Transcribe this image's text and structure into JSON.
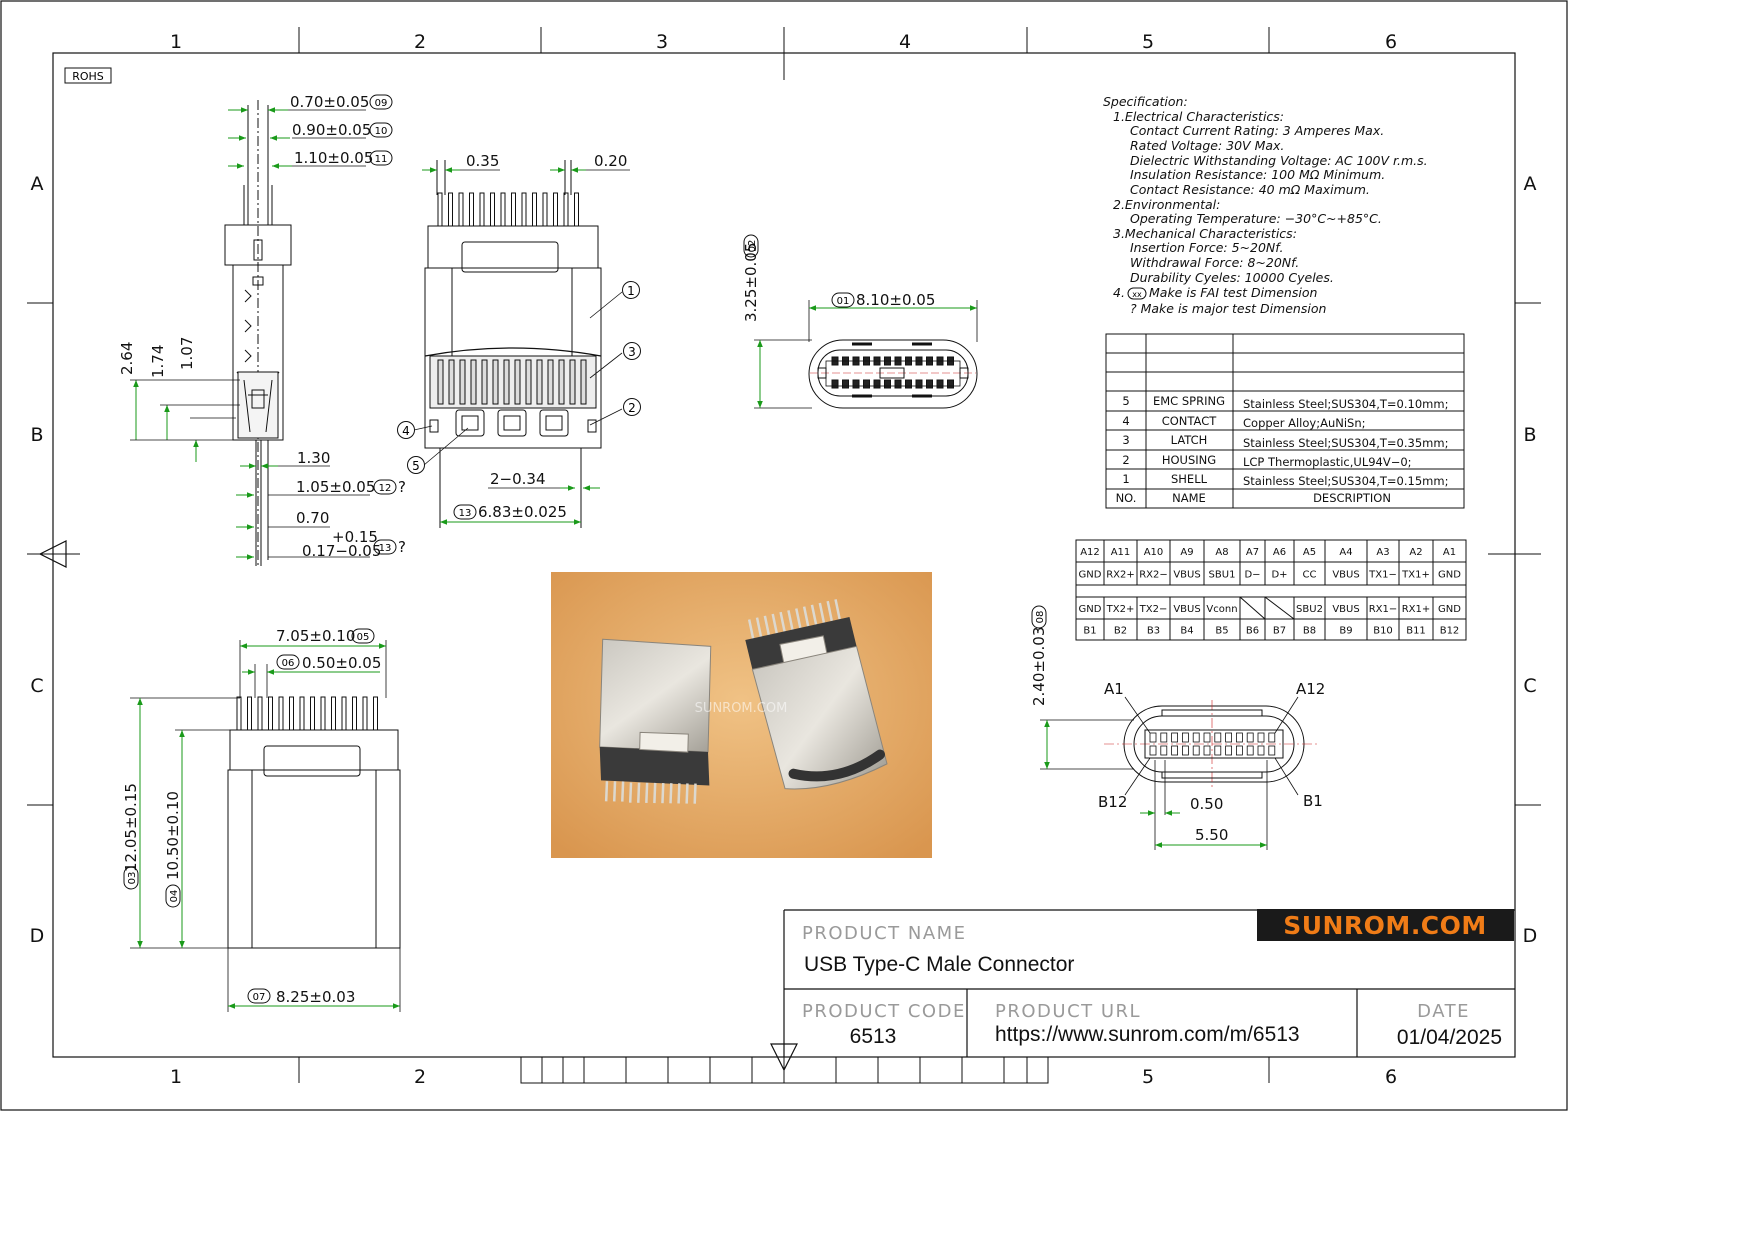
{
  "border": {
    "cols": [
      "1",
      "2",
      "3",
      "4",
      "5",
      "6"
    ],
    "bottom_cols": [
      "1",
      "2",
      "5",
      "6"
    ],
    "rows": [
      "A",
      "B",
      "C",
      "D"
    ]
  },
  "rohs_label": "ROHS",
  "dimensions": {
    "side": [
      "0.70±0.05",
      "0.90±0.05",
      "1.10±0.05",
      "2.64",
      "1.74",
      "1.07",
      "1.30",
      "1.05±0.05",
      "0.70",
      "+0.15",
      "0.17−0.05"
    ],
    "side_tags": [
      "09",
      "10",
      "11",
      "12",
      "13"
    ],
    "side_questions": [
      "?",
      "?"
    ],
    "front": [
      "0.35",
      "0.20",
      "2−0.34",
      "6.83±0.025"
    ],
    "front_tag": "13",
    "front_balloons": [
      "1",
      "3",
      "2",
      "4",
      "5"
    ],
    "end": [
      "3.25±0.05",
      "8.10±0.05"
    ],
    "end_tags": [
      "02",
      "01"
    ],
    "top": [
      "7.05±0.10",
      "0.50±0.05",
      "12.05±0.15",
      "10.50±0.10",
      "8.25±0.03"
    ],
    "top_tags": [
      "05",
      "06",
      "03",
      "04",
      "07"
    ],
    "face": [
      "2.40±0.03",
      "0.50",
      "5.50"
    ],
    "face_tag": "08",
    "face_pins": [
      "A1",
      "A12",
      "B12",
      "B1"
    ]
  },
  "specification": {
    "lines": [
      "Specification:",
      "1.Electrical Characteristics:",
      "Contact Current Rating: 3 Amperes Max.",
      "Rated Voltage:   30V Max.",
      "Dielectric Withstanding Voltage: AC 100V r.m.s.",
      "Insulation Resistance: 100 MΩ Minimum.",
      "Contact Resistance: 40 mΩ Maximum.",
      "2.Environmental:",
      "Operating Temperature: −30°C~+85°C.",
      "3.Mechanical Characteristics:",
      "Insertion Force: 5~20Nf.",
      "Withdrawal Force: 8~20Nf.",
      "Durability Cyeles: 10000 Cyeles.",
      "4.",
      "Make is FAI test Dimension",
      "?   Make is major test Dimension"
    ],
    "fai_tag": "xx"
  },
  "bom": {
    "rows": [
      {
        "no": "5",
        "name": "EMC SPRING",
        "desc": "Stainless Steel;SUS304,T=0.10mm;"
      },
      {
        "no": "4",
        "name": "CONTACT",
        "desc": "Copper Alloy;AuNiSn;"
      },
      {
        "no": "3",
        "name": "LATCH",
        "desc": "Stainless Steel;SUS304,T=0.35mm;"
      },
      {
        "no": "2",
        "name": "HOUSING",
        "desc": "LCP Thermoplastic,UL94V−0;"
      },
      {
        "no": "1",
        "name": "SHELL",
        "desc": "Stainless Steel;SUS304,T=0.15mm;"
      }
    ],
    "header": {
      "no": "NO.",
      "name": "NAME",
      "desc": "DESCRIPTION"
    }
  },
  "pinout": {
    "row1": [
      "A12",
      "A11",
      "A10",
      "A9",
      "A8",
      "A7",
      "A6",
      "A5",
      "A4",
      "A3",
      "A2",
      "A1"
    ],
    "row2": [
      "GND",
      "RX2+",
      "RX2−",
      "VBUS",
      "SBU1",
      "D−",
      "D+",
      "CC",
      "VBUS",
      "TX1−",
      "TX1+",
      "GND"
    ],
    "row3": [
      "GND",
      "TX2+",
      "TX2−",
      "VBUS",
      "Vconn",
      "",
      "",
      "SBU2",
      "VBUS",
      "RX1−",
      "RX1+",
      "GND"
    ],
    "row4": [
      "B1",
      "B2",
      "B3",
      "B4",
      "B5",
      "B6",
      "B7",
      "B8",
      "B9",
      "B10",
      "B11",
      "B12"
    ]
  },
  "photo": {
    "watermark": "SUNROM.COM"
  },
  "title_block": {
    "brand": "SUNROM.COM",
    "product_name_label": "PRODUCT NAME",
    "product_name": "USB Type-C Male Connector",
    "product_code_label": "PRODUCT CODE",
    "product_code": "6513",
    "product_url_label": "PRODUCT URL",
    "product_url": "https://www.sunrom.com/m/6513",
    "date_label": "DATE",
    "date": "01/04/2025"
  },
  "colors": {
    "brand_bg": "#1a1a1a",
    "brand_fg": "#f07c17",
    "photo_bg": "#e2a866",
    "arrow": "#1a9a1a"
  }
}
